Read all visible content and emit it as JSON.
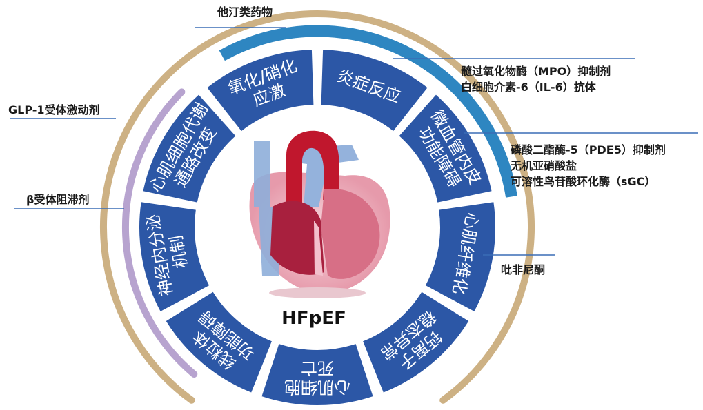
{
  "center_label": "HFpEF",
  "segments": [
    {
      "id": "oxidative",
      "lines": [
        "氧化/硝化",
        "应激"
      ]
    },
    {
      "id": "inflammation",
      "lines": [
        "炎症反应"
      ]
    },
    {
      "id": "microvascular",
      "lines": [
        "微血管内皮",
        "功能障碍"
      ]
    },
    {
      "id": "fibrosis",
      "lines": [
        "心肌纤维化"
      ]
    },
    {
      "id": "calcium",
      "lines": [
        "钙离子",
        "稳态异常"
      ]
    },
    {
      "id": "death",
      "lines": [
        "心肌细胞",
        "死亡"
      ]
    },
    {
      "id": "mito",
      "lines": [
        "线粒体",
        "功能障碍"
      ]
    },
    {
      "id": "neuro",
      "lines": [
        "神经内分泌",
        "机制"
      ]
    },
    {
      "id": "metabolic",
      "lines": [
        "心肌细胞代谢",
        "通路改变"
      ]
    }
  ],
  "drugs": {
    "statins": "他汀类药物",
    "glp1": "GLP-1受体激动剂",
    "beta": "β受体阻滞剂",
    "mpo": "髓过氧化物酶（MPO）抑制剂",
    "il6": "白细胞介素-6（IL-6）抗体",
    "pde5": "磷酸二酯酶-5（PDE5）抑制剂",
    "nitrite": "无机亚硝酸盐",
    "sgc": "可溶性鸟苷酸环化酶（sGC）",
    "pirfenidone": "吡非尼酮"
  },
  "colors": {
    "segment": "#2c57a6",
    "outer_ring": "#cdb184",
    "blue_arc": "#2e86c1",
    "purple_arc": "#b7a3cf",
    "leader_line": "#3a6db5",
    "heart_red": "#b5172f",
    "heart_pink": "#e58b9c",
    "vessel_blue": "#8eaed9"
  }
}
